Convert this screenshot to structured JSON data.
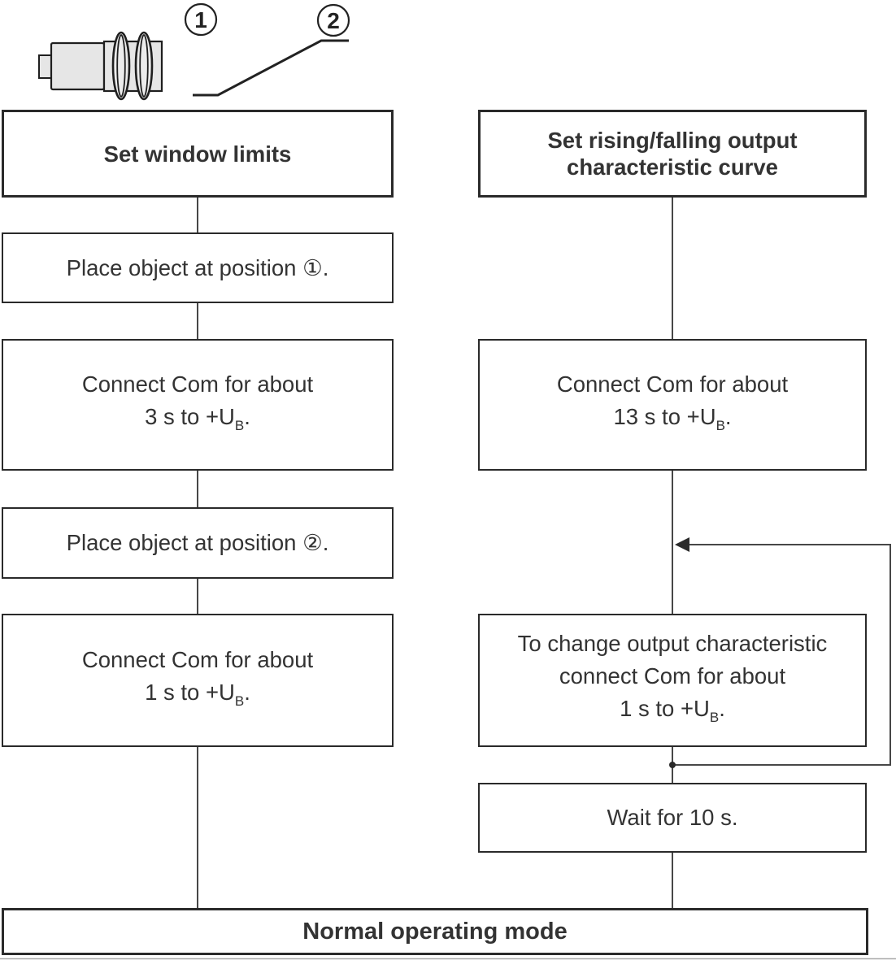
{
  "colors": {
    "box_border": "#2a2a2a",
    "connector_line": "#474747",
    "text": "#333333",
    "sensor_fill": "#e6e6e6",
    "page_divider": "#a8a8a8"
  },
  "figure": {
    "position_marker_1": "1",
    "position_marker_2": "2"
  },
  "left_flow": {
    "header": "Set window limits",
    "step1": "Place object at position ①.",
    "step2": {
      "line1": "Connect Com for about",
      "line2_pre": "3 s to +U",
      "line2_sub": "B",
      "line2_post": "."
    },
    "step3": "Place object at position ②.",
    "step4": {
      "line1": "Connect Com for about",
      "line2_pre": "1 s to +U",
      "line2_sub": "B",
      "line2_post": "."
    }
  },
  "right_flow": {
    "header_line1": "Set rising/falling output",
    "header_line2": "characteristic curve",
    "step1": {
      "line1": "Connect Com for about",
      "line2_pre": "13 s to +U",
      "line2_sub": "B",
      "line2_post": "."
    },
    "step2": {
      "line1": "To change output characteristic",
      "line2": "connect Com for about",
      "line3_pre": "1 s to +U",
      "line3_sub": "B",
      "line3_post": "."
    },
    "step3": "Wait for 10 s."
  },
  "footer": {
    "label": "Normal operating mode"
  }
}
